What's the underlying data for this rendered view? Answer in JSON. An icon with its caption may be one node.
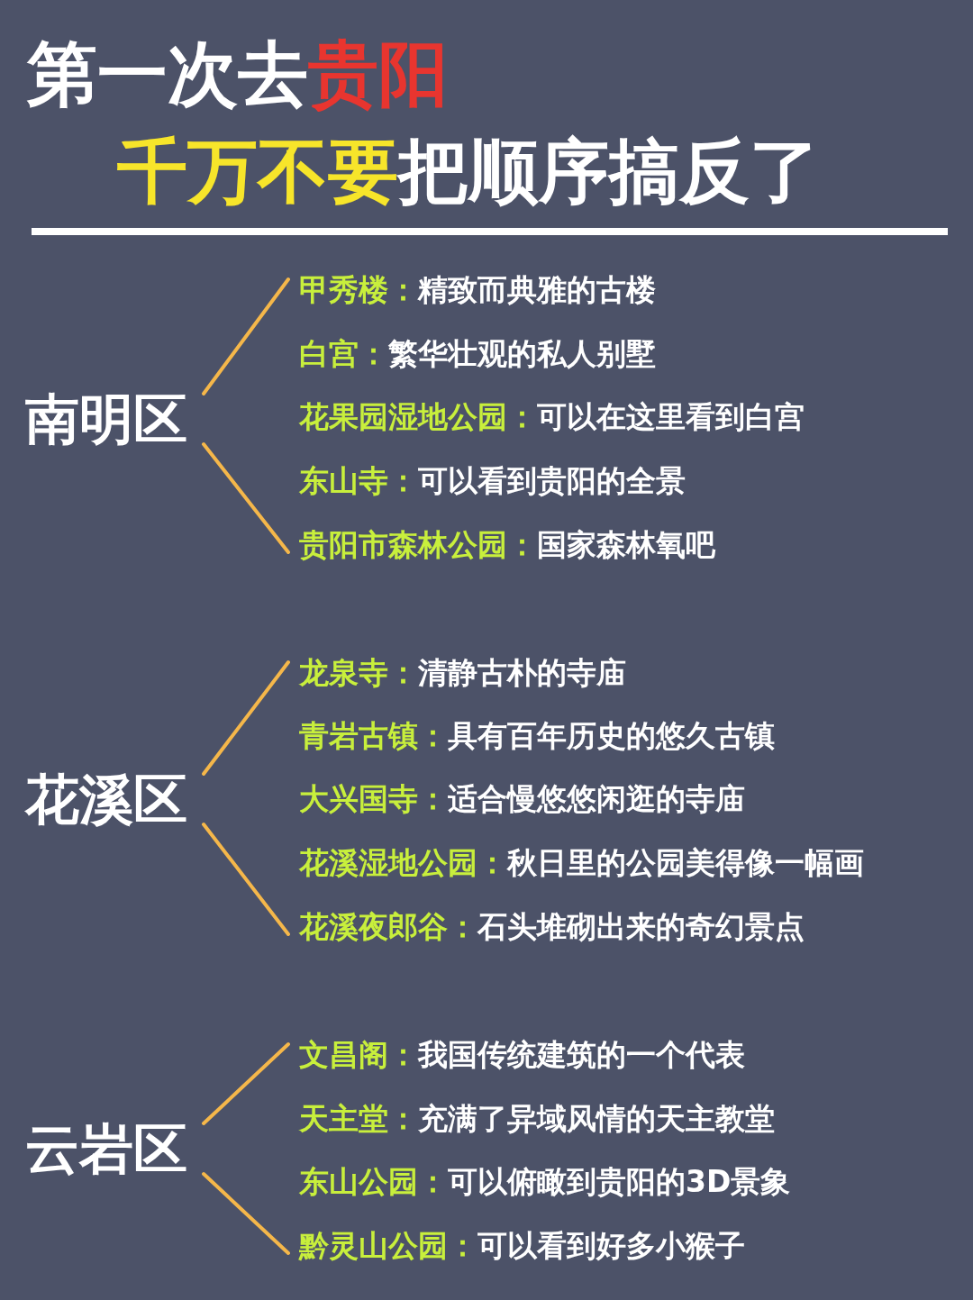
{
  "diagram": {
    "nodes": [
      {
        "text": [
          "南明区"
        ]
      },
      {
        "text": [
          "甲秀楼：",
          "精致而典雅的古楼"
        ]
      },
      {
        "text": [
          "白宫：",
          "繁华壮观的私人别墅"
        ]
      },
      {
        "text": [
          "花果园湿地公园：",
          "可以在这里看到白宫"
        ]
      },
      {
        "text": [
          "东山寺：",
          "可以看到贵阳的全景"
        ]
      },
      {
        "text": [
          "贵阳市森林公园：",
          "国家森林氧吧"
        ]
      },
      {
        "text": [
          "花溪区"
        ]
      },
      {
        "text": [
          "龙泉寺：",
          "清静古朴的寺庙"
        ]
      },
      {
        "text": [
          "青岩古镇：",
          "具有百年历史的悠久古镇"
        ]
      },
      {
        "text": [
          "大兴国寺：",
          "适合慢悠悠闲逛的寺庙"
        ]
      },
      {
        "text": [
          "花溪湿地公园：",
          "秋日里的公园美得像一幅画"
        ]
      },
      {
        "text": [
          "花溪夜郎谷：",
          "石头堆砌出来的奇幻景点"
        ]
      },
      {
        "text": [
          "云岩区"
        ]
      },
      {
        "text": [
          "文昌阁：",
          "我国传统建筑的一个代表"
        ]
      },
      {
        "text": [
          "天主堂：",
          "充满了异域风情的天主教堂"
        ]
      },
      {
        "text": [
          "东山公园：",
          "可以俯瞰到贵阳的3D景象"
        ]
      },
      {
        "text": [
          "黔灵山公园：",
          "可以看到好多小猴子"
        ]
      }
    ],
    "edges": [
      {
        "from": 0,
        "to": 1,
        "arrow": "none"
      },
      {
        "from": 0,
        "to": 5,
        "arrow": "none"
      },
      {
        "from": 6,
        "to": 7,
        "arrow": "none"
      },
      {
        "from": 6,
        "to": 11,
        "arrow": "none"
      },
      {
        "from": 12,
        "to": 13,
        "arrow": "none"
      },
      {
        "from": 12,
        "to": 16,
        "arrow": "none"
      }
    ],
    "labels": [
      "第一次去",
      "贵阳",
      "千万不要",
      "把顺序搞反了"
    ]
  }
}
